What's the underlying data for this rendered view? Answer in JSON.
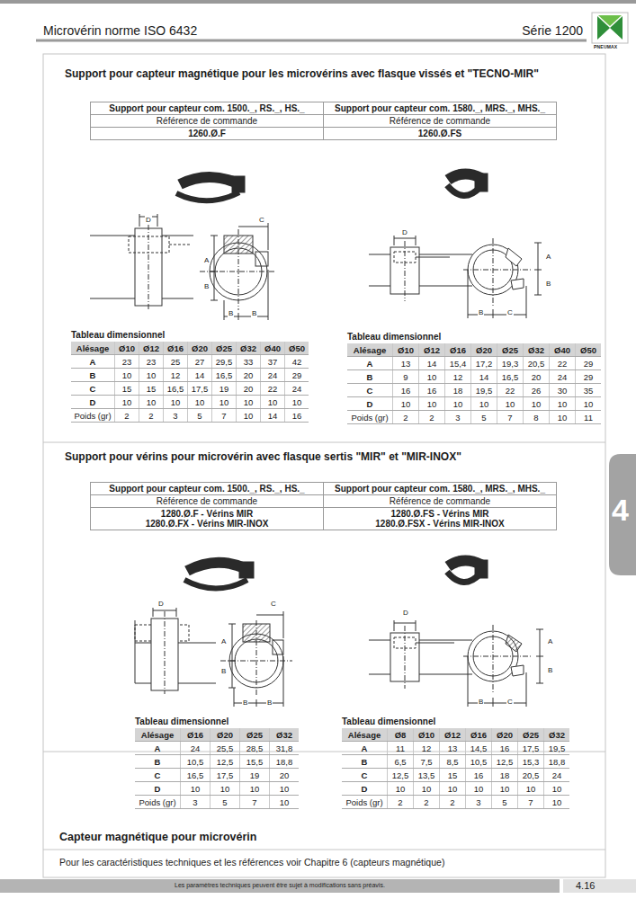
{
  "diagram": {
    "title": "Microvérin norme ISO 6432",
    "labels": [
      "Série 1200",
      "PNEUMAX",
      "Support pour capteur magnétique pour les microvérins avec flasque vissés et \"TECNO-MIR\"",
      "Support pour capteur com. 1500._, RS._, HS._",
      "Support pour capteur com. 1580._, MRS._, MHS._",
      "Référence de commande",
      "Référence de commande",
      "1260.Ø.F",
      "1260.Ø.FS",
      "D",
      "C",
      "A",
      "B",
      "B",
      "B",
      "D",
      "A",
      "B",
      "B",
      "C",
      "Tableau dimensionnel",
      "Alésage",
      "Ø10",
      "Ø12",
      "Ø16",
      "Ø20",
      "Ø25",
      "Ø32",
      "Ø40",
      "Ø50",
      "A",
      "23",
      "23",
      "25",
      "27",
      "29,5",
      "33",
      "37",
      "42",
      "B",
      "10",
      "10",
      "12",
      "14",
      "16,5",
      "20",
      "24",
      "29",
      "C",
      "15",
      "15",
      "16,5",
      "17,5",
      "19",
      "20",
      "22",
      "24",
      "D",
      "10",
      "10",
      "10",
      "10",
      "10",
      "10",
      "10",
      "10",
      "Poids (gr)",
      "2",
      "2",
      "3",
      "5",
      "7",
      "10",
      "14",
      "16",
      "Tableau dimensionnel",
      "Alésage",
      "Ø10",
      "Ø12",
      "Ø16",
      "Ø20",
      "Ø25",
      "Ø32",
      "Ø40",
      "Ø50",
      "A",
      "13",
      "14",
      "15,4",
      "17,2",
      "19,3",
      "20,5",
      "22",
      "29",
      "B",
      "9",
      "10",
      "12",
      "14",
      "16,5",
      "20",
      "24",
      "29",
      "C",
      "16",
      "16",
      "18",
      "19,5",
      "22",
      "26",
      "30",
      "35",
      "D",
      "10",
      "10",
      "10",
      "10",
      "10",
      "10",
      "10",
      "10",
      "Poids (gr)",
      "2",
      "2",
      "3",
      "5",
      "7",
      "8",
      "10",
      "11",
      "Support pour vérins pour microvérin avec flasque sertis \"MIR\" et \"MIR-INOX\"",
      "Support pour capteur com. 1500._, RS._, HS._",
      "Support pour capteur com. 1580._, MRS._, MHS._",
      "Référence de commande",
      "Référence de commande",
      "1280.Ø.F - Vérins MIR",
      "1280.Ø.FX - Vérins MIR-INOX",
      "1280.Ø.FS - Vérins MIR",
      "1280.Ø.FSX - Vérins MIR-INOX",
      "D",
      "C",
      "A",
      "B",
      "B",
      "B",
      "D",
      "A",
      "B",
      "B",
      "C",
      "Tableau dimensionnel",
      "Alésage",
      "Ø16",
      "Ø20",
      "Ø25",
      "Ø32",
      "A",
      "24",
      "25,5",
      "28,5",
      "31,8",
      "B",
      "10,5",
      "12,5",
      "15,5",
      "18,8",
      "C",
      "16,5",
      "17,5",
      "19",
      "20",
      "D",
      "10",
      "10",
      "10",
      "10",
      "Poids (gr)",
      "3",
      "5",
      "7",
      "10",
      "Tableau dimensionnel",
      "Alésage",
      "Ø8",
      "Ø10",
      "Ø12",
      "Ø16",
      "Ø20",
      "Ø25",
      "Ø32",
      "A",
      "11",
      "12",
      "13",
      "14,5",
      "16",
      "17,5",
      "19,5",
      "B",
      "6,5",
      "7,5",
      "8,5",
      "10,5",
      "12,5",
      "15,3",
      "18,8",
      "C",
      "12,5",
      "13,5",
      "15",
      "16",
      "18",
      "20,5",
      "24",
      "D",
      "10",
      "10",
      "10",
      "10",
      "10",
      "10",
      "10",
      "Poids (gr)",
      "2",
      "2",
      "2",
      "3",
      "5",
      "7",
      "10",
      "4",
      "Capteur magnétique pour microvérin",
      "Pour les caractéristiques techniques et les références voir Chapitre 6 (capteurs magnétique)",
      "Les paramètres techniques peuvent être sujet à modifications sans préavis.",
      "4.16"
    ]
  }
}
